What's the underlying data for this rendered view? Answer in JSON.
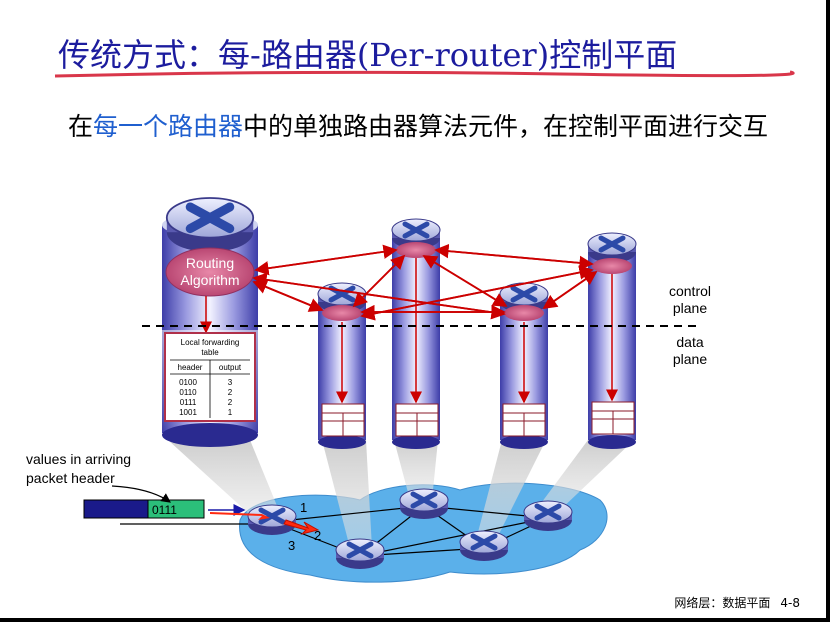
{
  "title": "传统方式：每-路由器(Per-router)控制平面",
  "subtitle": {
    "prefix": "在",
    "highlight": "每一个路由器",
    "suffix": "中的单独路由器算法元件，在控制平面进行交互"
  },
  "labels": {
    "routing_algorithm_line1": "Routing",
    "routing_algorithm_line2": "Algorithm",
    "control_plane_line1": "control",
    "control_plane_line2": "plane",
    "data_plane_line1": "data",
    "data_plane_line2": "plane",
    "values_line1": "values in arriving",
    "values_line2": "packet header",
    "header_value": "0111"
  },
  "table": {
    "title_line1": "Local forwarding",
    "title_line2": "table",
    "columns": [
      "header",
      "output"
    ],
    "rows": [
      [
        "0100",
        "3"
      ],
      [
        "0110",
        "2"
      ],
      [
        "0111",
        "2"
      ],
      [
        "1001",
        "1"
      ]
    ]
  },
  "ports": [
    "1",
    "2",
    "3"
  ],
  "footer": {
    "section": "网络层：数据平面",
    "page": "4-8"
  },
  "colors": {
    "title": "#1c1c9e",
    "underline": "#d9364a",
    "arrow": "#cc0000",
    "cloud": "#4aa8e8",
    "header_field": "#2bbf7a"
  }
}
